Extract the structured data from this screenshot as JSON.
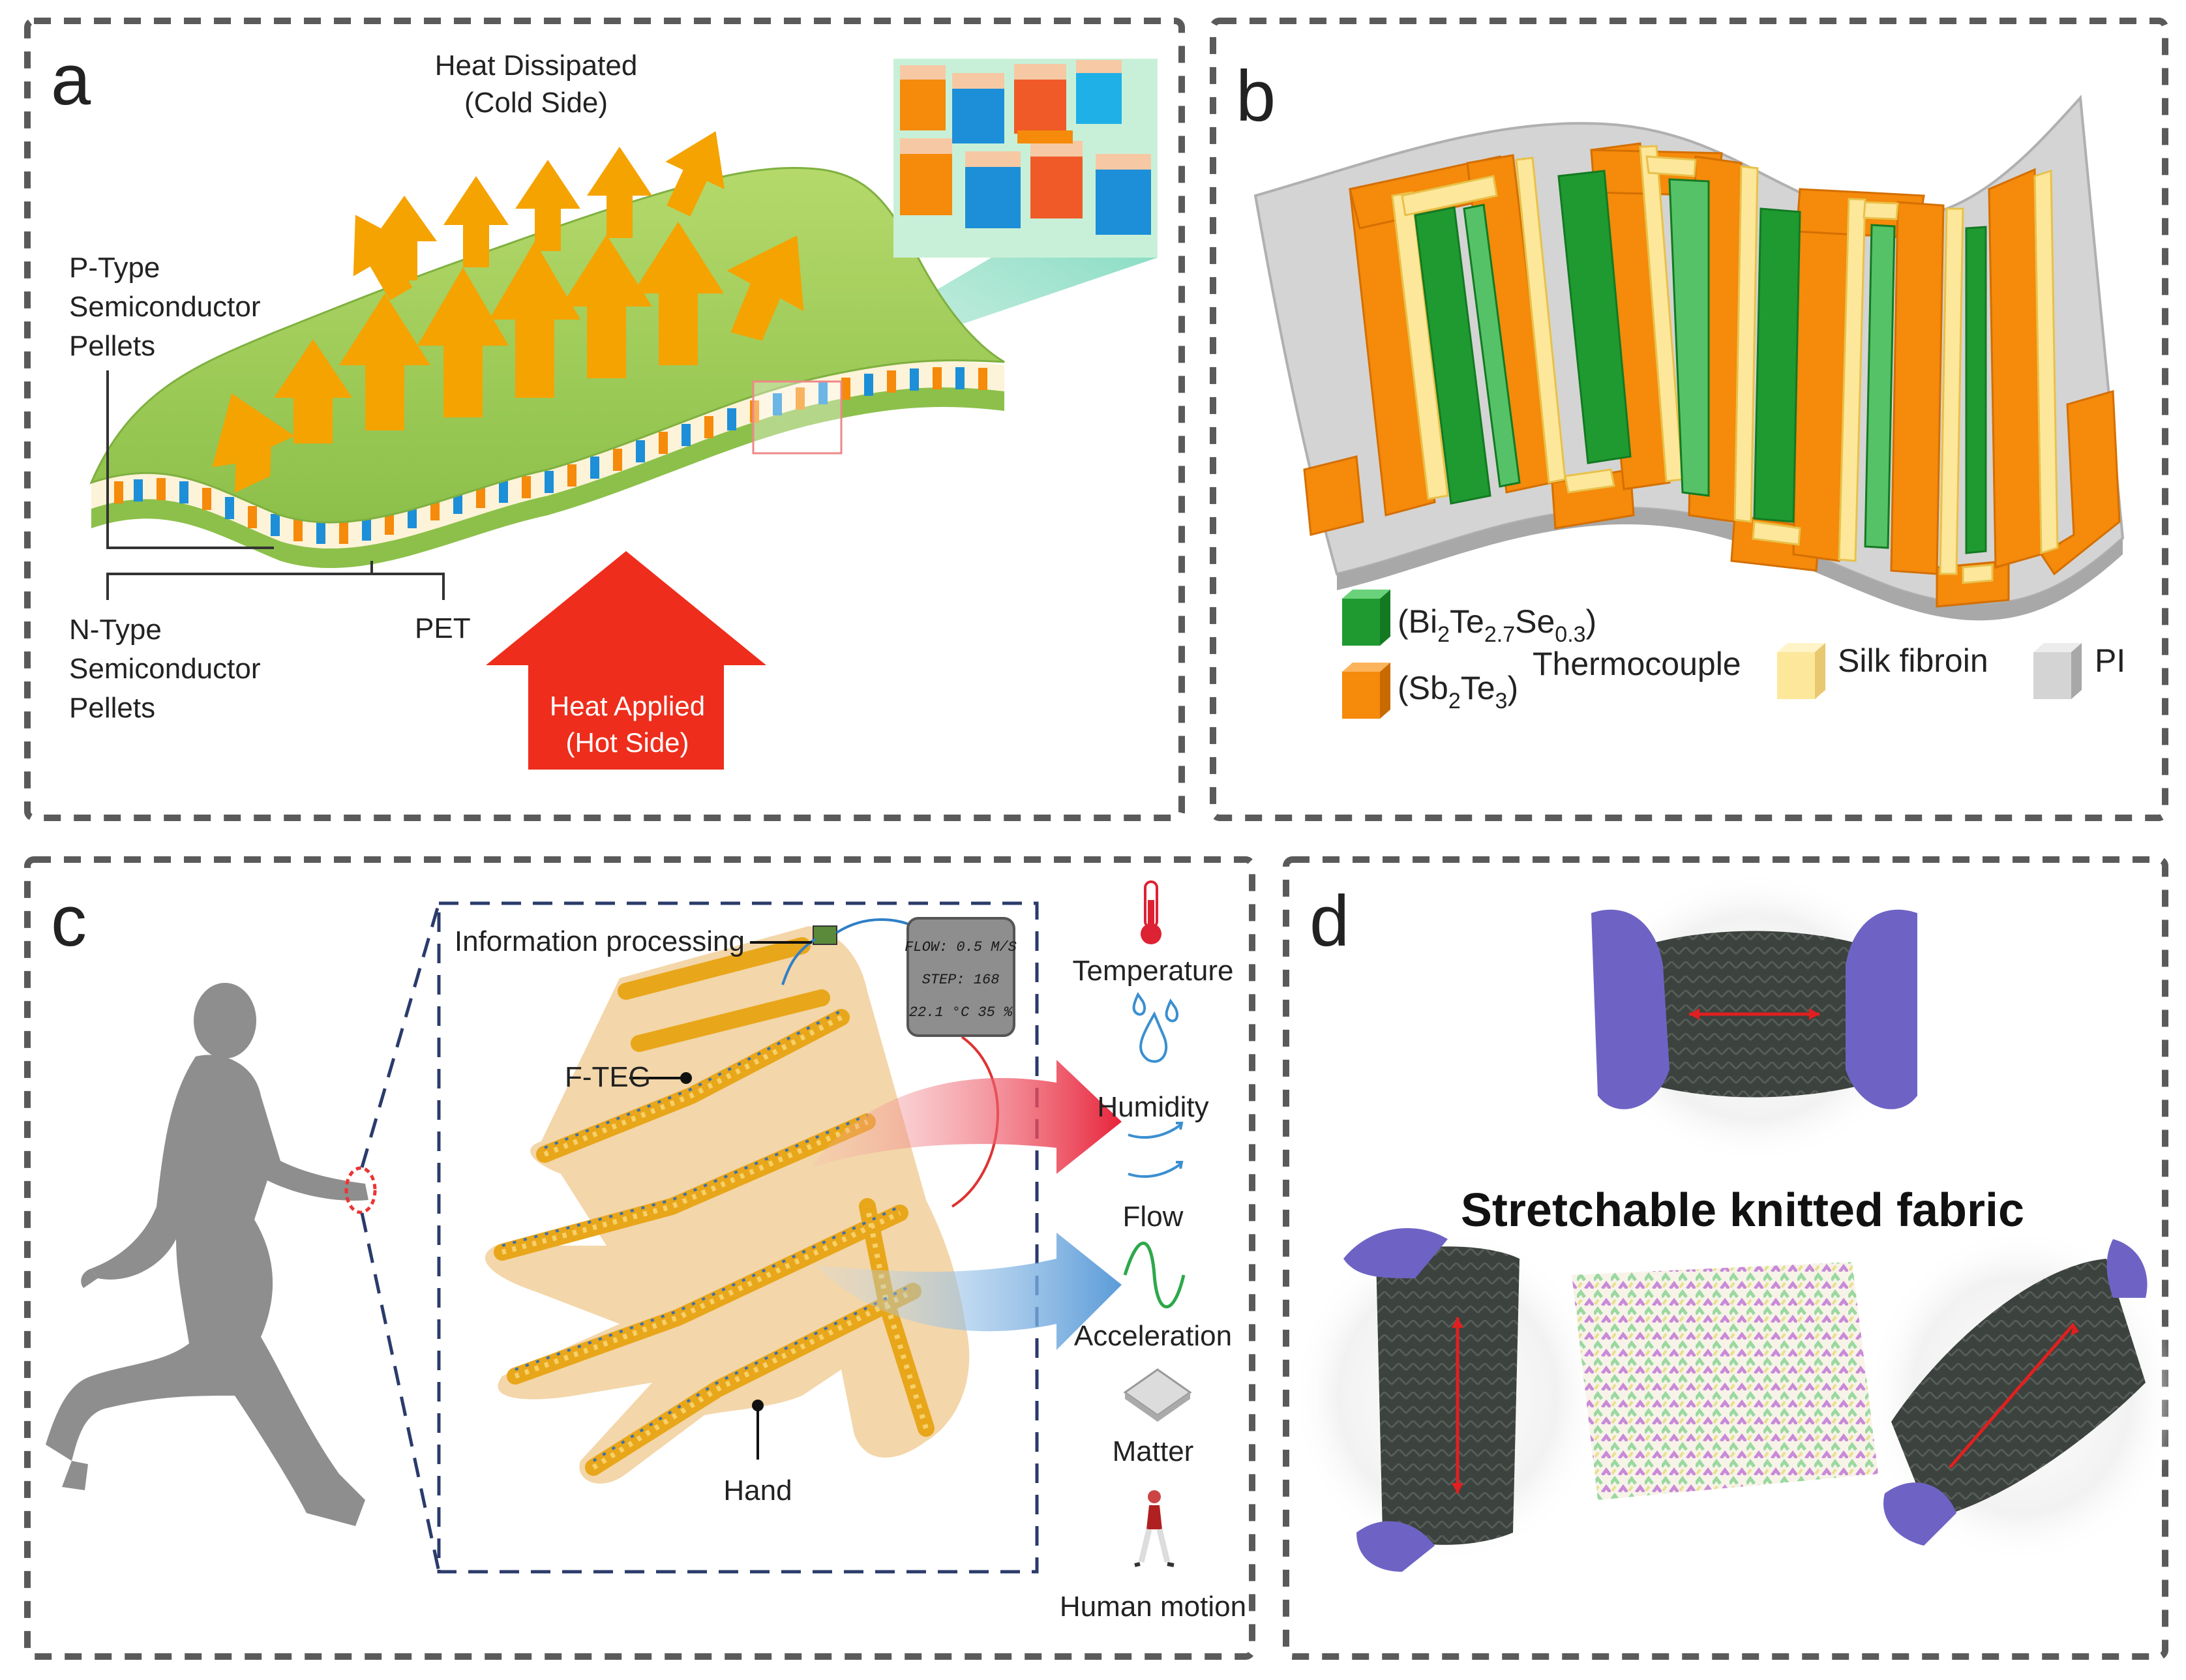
{
  "panels": {
    "a": {
      "letter": "a",
      "heat_dissipated": "Heat Dissipated",
      "cold_side": "(Cold Side)",
      "p_type": [
        "P-Type",
        "Semiconductor",
        "Pellets"
      ],
      "n_type": [
        "N-Type",
        "Semiconductor",
        "Pellets"
      ],
      "pet": "PET",
      "heat_applied": "Heat Applied",
      "hot_side": "(Hot Side)"
    },
    "b": {
      "letter": "b",
      "bi_open": "(Bi",
      "bi_sub1": "2",
      "bi_te": "Te",
      "bi_sub2": "2.7",
      "bi_se": "Se",
      "bi_sub3": "0.3",
      "bi_close": ")",
      "sb_open": "(Sb",
      "sb_sub1": "2",
      "sb_te": "Te",
      "sb_sub2": "3",
      "sb_close": ")",
      "thermocouple": "Thermocouple",
      "silk": "Silk fibroin",
      "pi": "PI"
    },
    "c": {
      "letter": "c",
      "info": "Information processing",
      "fteg": "F-TEG",
      "hand": "Hand",
      "display": [
        "FLOW: 0.5 M/S",
        "STEP: 168",
        "22.1 °C 35 %"
      ],
      "sensors": [
        "Temperature",
        "Humidity",
        "Flow",
        "Acceleration",
        "Matter",
        "Human motion"
      ]
    },
    "d": {
      "letter": "d",
      "title": "Stretchable knitted fabric"
    }
  },
  "colors": {
    "orange_arrow": "#f5a300",
    "red_arrow": "#ee2d1c",
    "green_layer": "#9dcc58",
    "bi_green": "#1f9a31",
    "sb_orange": "#f58a0b",
    "silk_yellow": "#fde79a",
    "pi_gray": "#d4d4d4",
    "glove": "#f1cf9a",
    "frame": "#5a5a5a"
  },
  "icons": [
    "thermometer-icon",
    "droplets-icon",
    "flow-icon",
    "wave-icon",
    "plate-icon",
    "walker-icon"
  ]
}
